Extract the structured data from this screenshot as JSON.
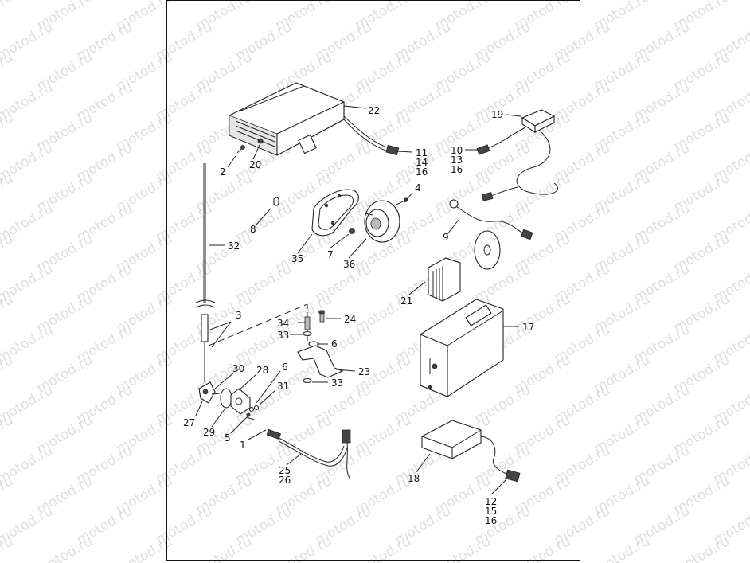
{
  "watermark_text": "motod.ru",
  "callouts": [
    {
      "id": "c22",
      "lines": [
        "22"
      ]
    },
    {
      "id": "c11",
      "lines": [
        "11",
        "14",
        "16"
      ]
    },
    {
      "id": "c2",
      "lines": [
        "2"
      ]
    },
    {
      "id": "c20",
      "lines": [
        "20"
      ]
    },
    {
      "id": "c19",
      "lines": [
        "19"
      ]
    },
    {
      "id": "c10",
      "lines": [
        "10",
        "13",
        "16"
      ]
    },
    {
      "id": "c4",
      "lines": [
        "4"
      ]
    },
    {
      "id": "c8",
      "lines": [
        "8"
      ]
    },
    {
      "id": "c32",
      "lines": [
        "32"
      ]
    },
    {
      "id": "c35",
      "lines": [
        "35"
      ]
    },
    {
      "id": "c7",
      "lines": [
        "7"
      ]
    },
    {
      "id": "c36",
      "lines": [
        "36"
      ]
    },
    {
      "id": "c9",
      "lines": [
        "9"
      ]
    },
    {
      "id": "c21",
      "lines": [
        "21"
      ]
    },
    {
      "id": "c3",
      "lines": [
        "3"
      ]
    },
    {
      "id": "c34",
      "lines": [
        "34"
      ]
    },
    {
      "id": "c24",
      "lines": [
        "24"
      ]
    },
    {
      "id": "c33a",
      "lines": [
        "33"
      ]
    },
    {
      "id": "c6a",
      "lines": [
        "6"
      ]
    },
    {
      "id": "c17",
      "lines": [
        "17"
      ]
    },
    {
      "id": "c30",
      "lines": [
        "30"
      ]
    },
    {
      "id": "c28",
      "lines": [
        "28"
      ]
    },
    {
      "id": "c6b",
      "lines": [
        "6"
      ]
    },
    {
      "id": "c23",
      "lines": [
        "23"
      ]
    },
    {
      "id": "c33b",
      "lines": [
        "33"
      ]
    },
    {
      "id": "c31",
      "lines": [
        "31"
      ]
    },
    {
      "id": "c27",
      "lines": [
        "27"
      ]
    },
    {
      "id": "c29",
      "lines": [
        "29"
      ]
    },
    {
      "id": "c5",
      "lines": [
        "5"
      ]
    },
    {
      "id": "c1",
      "lines": [
        "1"
      ]
    },
    {
      "id": "c25",
      "lines": [
        "25",
        "26"
      ]
    },
    {
      "id": "c18",
      "lines": [
        "18"
      ]
    },
    {
      "id": "c12",
      "lines": [
        "12",
        "15",
        "16"
      ]
    }
  ]
}
